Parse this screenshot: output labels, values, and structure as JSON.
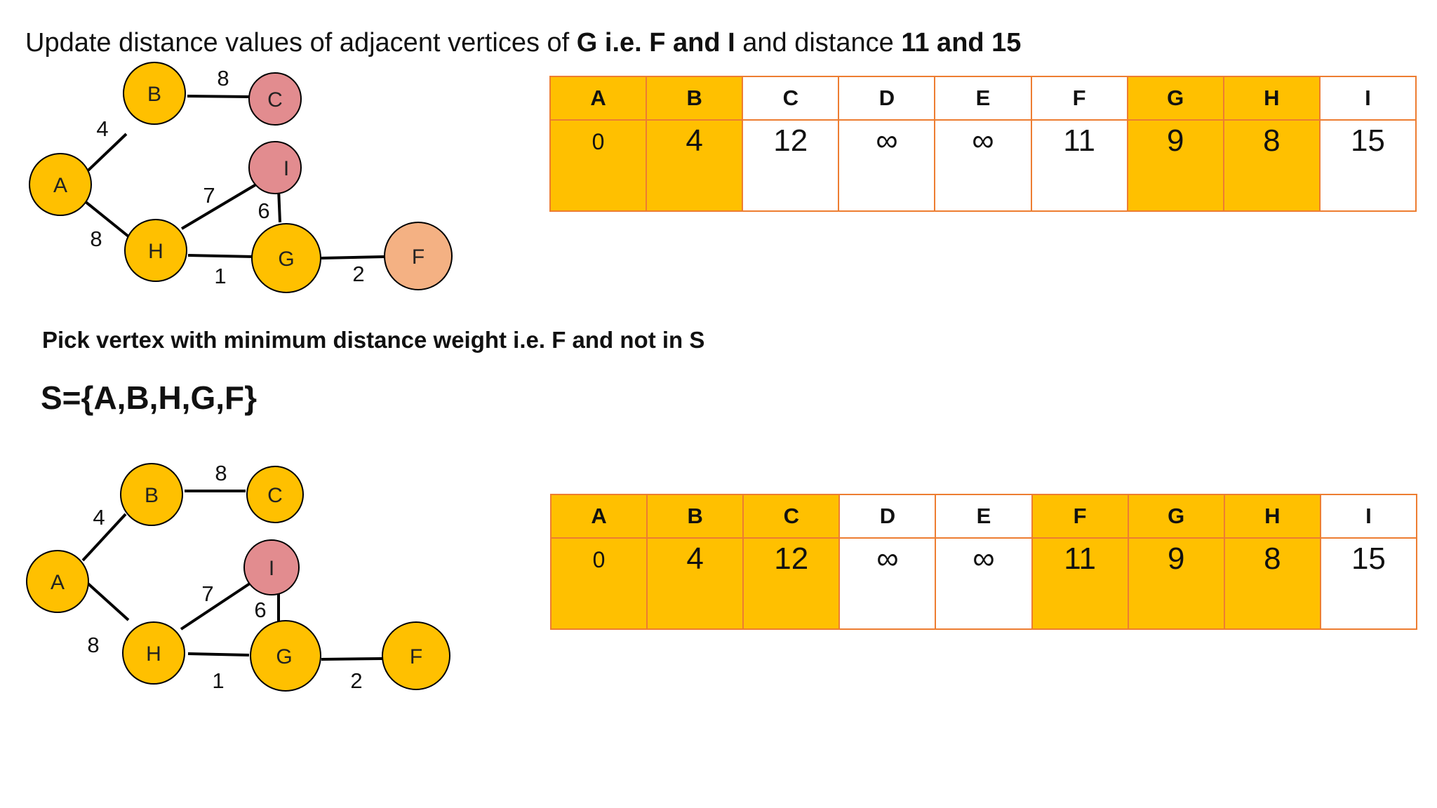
{
  "heading": {
    "p1": "Update distance values of adjacent vertices of ",
    "b1": "G i.e. F and I",
    "p2": " and distance ",
    "b2": "11 and 15"
  },
  "subheading": "Pick vertex with minimum distance weight i.e. F and not in S",
  "set_line": "S={A,B,H,G,F}",
  "colors": {
    "selected": "#FFC000",
    "highlighted_pink": "#E28C8F",
    "highlighted_peach": "#F4B183",
    "table_border": "#ED7D31"
  },
  "graph1": {
    "nodes": [
      {
        "id": "A",
        "label": "A",
        "fill": "#FFC000"
      },
      {
        "id": "B",
        "label": "B",
        "fill": "#FFC000"
      },
      {
        "id": "C",
        "label": "C",
        "fill": "#E28C8F"
      },
      {
        "id": "I",
        "label": "I",
        "fill": "#E28C8F"
      },
      {
        "id": "H",
        "label": "H",
        "fill": "#FFC000"
      },
      {
        "id": "G",
        "label": "G",
        "fill": "#FFC000"
      },
      {
        "id": "F",
        "label": "F",
        "fill": "#F4B183"
      }
    ],
    "edge_weights": {
      "AB": "4",
      "BC": "8",
      "AH": "8",
      "HI": "7",
      "IG": "6",
      "HG": "1",
      "GF": "2"
    }
  },
  "graph2": {
    "nodes": [
      {
        "id": "A",
        "label": "A",
        "fill": "#FFC000"
      },
      {
        "id": "B",
        "label": "B",
        "fill": "#FFC000"
      },
      {
        "id": "C",
        "label": "C",
        "fill": "#FFC000"
      },
      {
        "id": "I",
        "label": "I",
        "fill": "#E28C8F"
      },
      {
        "id": "H",
        "label": "H",
        "fill": "#FFC000"
      },
      {
        "id": "G",
        "label": "G",
        "fill": "#FFC000"
      },
      {
        "id": "F",
        "label": "F",
        "fill": "#FFC000"
      }
    ],
    "edge_weights": {
      "AB": "4",
      "BC": "8",
      "AH": "8",
      "HI": "7",
      "IG": "6",
      "HG": "1",
      "GF": "2"
    }
  },
  "table1": {
    "headers": [
      "A",
      "B",
      "C",
      "D",
      "E",
      "F",
      "G",
      "H",
      "I"
    ],
    "values": [
      "0",
      "4",
      "12",
      "∞",
      "∞",
      "11",
      "9",
      "8",
      "15"
    ],
    "selected": [
      true,
      true,
      false,
      false,
      false,
      false,
      true,
      true,
      false
    ]
  },
  "table2": {
    "headers": [
      "A",
      "B",
      "C",
      "D",
      "E",
      "F",
      "G",
      "H",
      "I"
    ],
    "values": [
      "0",
      "4",
      "12",
      "∞",
      "∞",
      "11",
      "9",
      "8",
      "15"
    ],
    "selected": [
      true,
      true,
      true,
      false,
      false,
      true,
      true,
      true,
      false
    ]
  }
}
